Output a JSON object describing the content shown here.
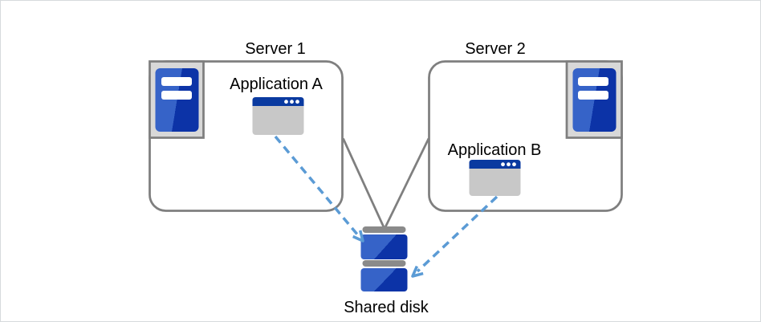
{
  "colors": {
    "canvas_border": "#d7dadd",
    "canvas_background": "#ffffff",
    "outline_gray": "#7f7f7f",
    "box_fill": "#ffffff",
    "icon_container_fill": "#d8d8d8",
    "icon_blue_light": "#3663c8",
    "icon_blue_dark": "#0c33a7",
    "titlebar_blue": "#0a3aa0",
    "window_body_gray": "#c8c8c8",
    "disk_cap_gray": "#8a8a8a",
    "arrow_blue": "#5b9bd5",
    "white": "#ffffff",
    "label_color": "#000000"
  },
  "nodes": {
    "server1": {
      "label": "Server 1",
      "icon": "server-tower-icon"
    },
    "server2": {
      "label": "Server 2",
      "icon": "server-tower-icon"
    },
    "app_a": {
      "label": "Application A",
      "icon": "app-window-icon"
    },
    "app_b": {
      "label": "Application B",
      "icon": "app-window-icon"
    },
    "shared_disk": {
      "label": "Shared disk",
      "icon": "disk-stack-icon"
    }
  },
  "edges": [
    {
      "from": "server1",
      "to": "shared_disk",
      "style": "solid-line"
    },
    {
      "from": "server2",
      "to": "shared_disk",
      "style": "solid-line"
    },
    {
      "from": "app_a",
      "to": "shared_disk",
      "style": "dashed-arrow"
    },
    {
      "from": "app_b",
      "to": "shared_disk",
      "style": "dashed-arrow"
    }
  ]
}
